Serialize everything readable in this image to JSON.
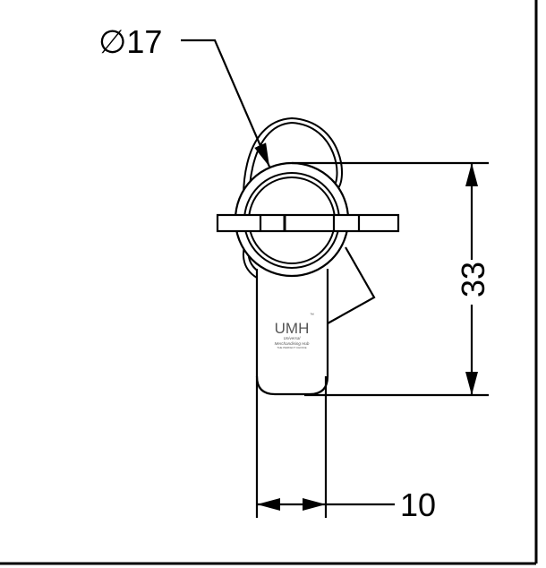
{
  "dimensions": {
    "diameter_label": "∅17",
    "height_label": "33",
    "width_label": "10"
  },
  "logo": {
    "mark": "UMH",
    "tm": "™",
    "line1": "Universal",
    "line2": "Merchandising Hub",
    "tagline": "THE PERFECT CHOICE"
  },
  "colors": {
    "line": "#000000",
    "background": "#ffffff",
    "logo": "#555555"
  }
}
